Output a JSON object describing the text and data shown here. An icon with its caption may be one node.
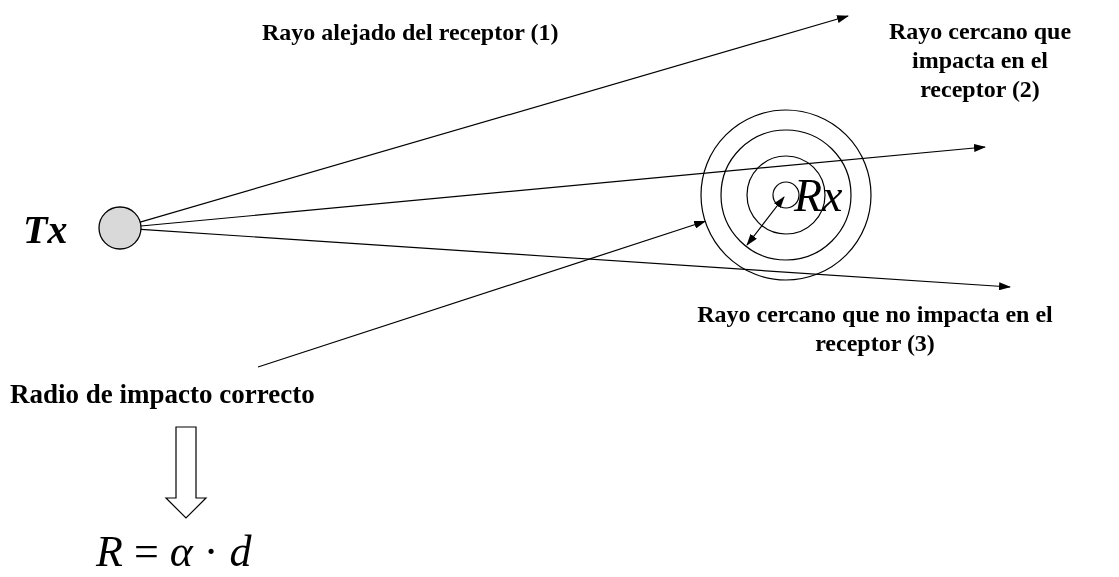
{
  "diagram": {
    "nodes": [
      {
        "text": [],
        "shape": "circle",
        "beside": [
          "Tx"
        ]
      },
      {
        "text": [
          "Rx"
        ]
      },
      {
        "text": [
          "Radio de impacto correcto"
        ]
      },
      {
        "text": [
          "*R* = *α* · *d*"
        ]
      }
    ],
    "edges": [
      {
        "from": 0,
        "to": null,
        "arrow": "to",
        "label": "Rayo alejado del receptor (1)"
      },
      {
        "from": 0,
        "to": null,
        "arrow": "to",
        "label": "Rayo cercano que impacta en el receptor (2)"
      },
      {
        "from": 0,
        "to": null,
        "arrow": "to",
        "label": "Rayo cercano que no impacta en el receptor (3)"
      },
      {
        "from": 2,
        "to": 1,
        "arrow": "to"
      },
      {
        "from": 2,
        "to": 3,
        "arrow": "to",
        "style": "thick"
      }
    ]
  }
}
